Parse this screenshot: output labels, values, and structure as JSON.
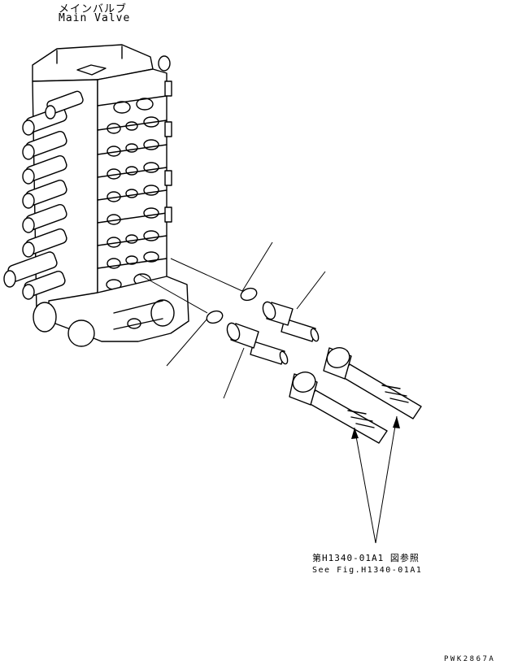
{
  "labels": {
    "title_jp": "メインバルブ",
    "title_en": "Main Valve",
    "ref_jp": "第H1340-01A1 図参照",
    "ref_en": "See Fig.H1340-01A1",
    "drawing_code": "PWK2867A"
  }
}
